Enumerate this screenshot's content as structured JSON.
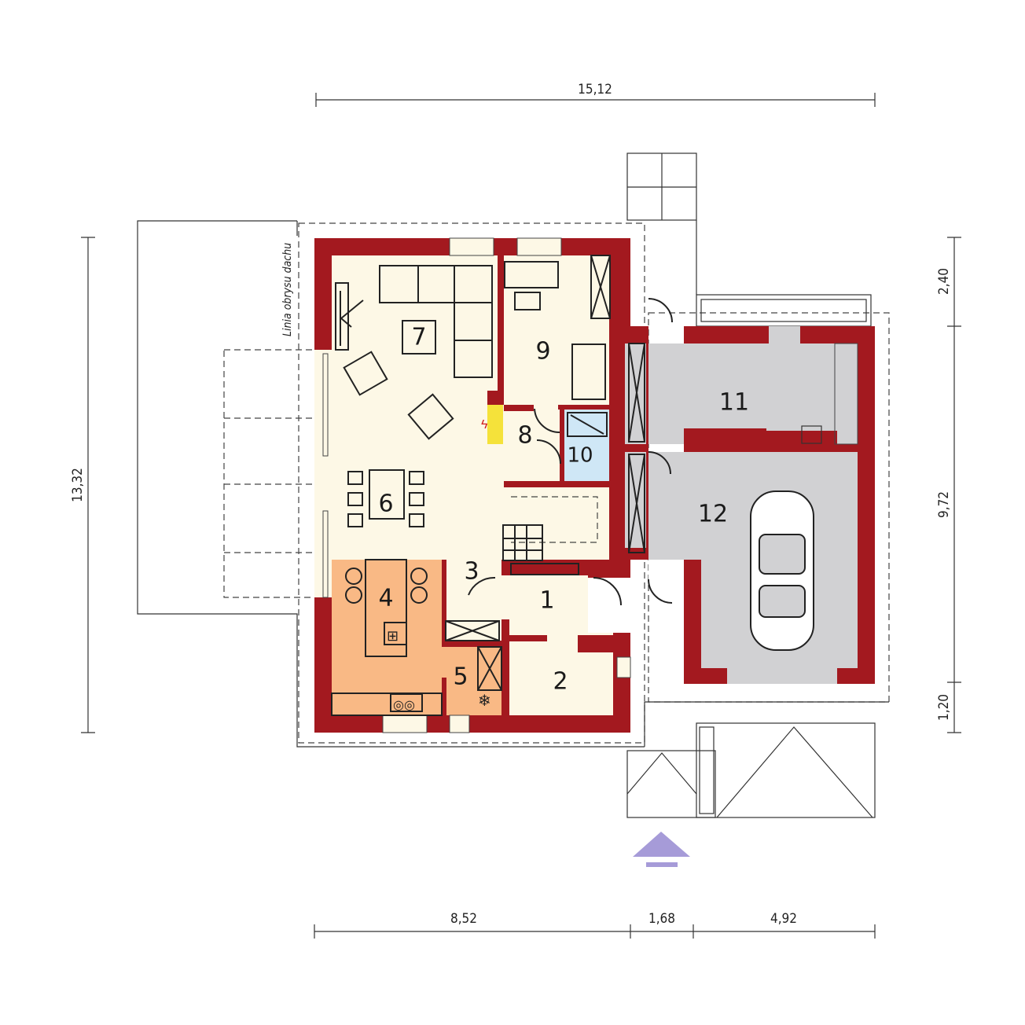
{
  "plan": {
    "roof_outline_label": "Linia obrysu dachu",
    "rooms": [
      {
        "number": "1"
      },
      {
        "number": "2"
      },
      {
        "number": "3"
      },
      {
        "number": "4"
      },
      {
        "number": "5"
      },
      {
        "number": "6"
      },
      {
        "number": "7"
      },
      {
        "number": "8"
      },
      {
        "number": "9"
      },
      {
        "number": "10"
      },
      {
        "number": "11"
      },
      {
        "number": "12"
      }
    ],
    "dimensions": {
      "top_total": "15,12",
      "left_total": "13,32",
      "right": [
        "2,40",
        "9,72",
        "1,20"
      ],
      "bottom": [
        "8,52",
        "1,68",
        "4,92"
      ]
    },
    "colors": {
      "wall": "#a3191f",
      "living_floor": "#fdf8e6",
      "kitchen_floor": "#f9b985",
      "garage_floor": "#d1d1d3",
      "bathroom_floor": "#cfe7f6",
      "fireplace": "#f5e23a",
      "entrance_arrow": "#a69bd8"
    },
    "icons": [
      "fireplace-icon",
      "car-icon",
      "entrance-arrow-icon",
      "freezer-icon",
      "cooktop-icon",
      "sink-icon"
    ]
  }
}
